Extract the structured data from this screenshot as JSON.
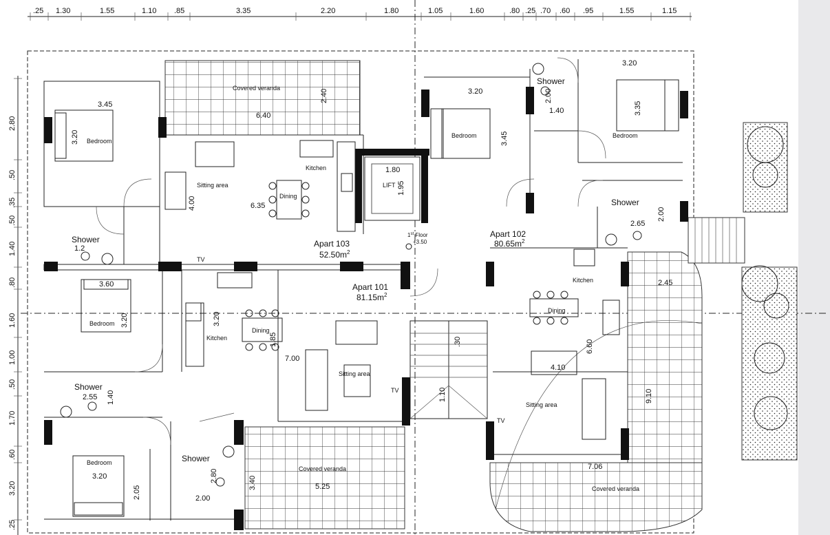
{
  "top_dimensions": [
    ".25",
    "1.30",
    "1.55",
    "1.10",
    ".85",
    "3.35",
    "2.20",
    "1.80",
    "1.05",
    "1.60",
    ".80",
    ".25",
    ".70",
    ".60",
    ".95",
    "1.55",
    "1.15"
  ],
  "left_dimensions": [
    "2.80",
    ".50",
    ".35",
    ".50",
    "1.40",
    ".80",
    "1.60",
    "1.00",
    ".50",
    "1.70",
    ".60",
    "3.20",
    ".25"
  ],
  "apartments": [
    {
      "name": "Apart 103",
      "area": "52.50m",
      "sup": "2"
    },
    {
      "name": "Apart 101",
      "area": "81.15m",
      "sup": "2"
    },
    {
      "name": "Apart 102",
      "area": "80.65m",
      "sup": "2"
    }
  ],
  "floor": {
    "label": "1",
    "sup": "st",
    "rest": " Floor",
    "level": "+3.50"
  },
  "rooms": {
    "covered_veranda": "Covered veranda",
    "bedroom": "Bedroom",
    "kitchen": "Kitchen",
    "sitting_area": "Sitting area",
    "dining": "Dining",
    "shower": "Shower",
    "lift": "LIFT",
    "tv": "TV"
  },
  "room_dimensions": {
    "veranda_top_w": "6.40",
    "veranda_top_h": "2.40",
    "bed_nw_w": "3.45",
    "bed_nw_h": "3.20",
    "sitting_103": "4.00",
    "dining_103": "6.35",
    "lift_w": "1.80",
    "lift_h": "1.95",
    "shower_103": "1.2",
    "bed_w_w": "3.60",
    "bed_w_h": "3.20",
    "kitchen_101": "3.20",
    "dining_101": "1.85",
    "sitting_101": "7.00",
    "shower_w_w": "2.55",
    "shower_w_h": "1.40",
    "stair_w": "1.10",
    "stair_step": ".30",
    "bed_sw": "3.20",
    "bed_sw_h": "2.05",
    "shower_s_w": "2.00",
    "shower_s_h": "2.80",
    "veranda_s_h": "3.40",
    "veranda_s_w": "5.25",
    "bed_n_w": "3.20",
    "bed_n_h": "3.45",
    "shower_n_h": "2.00",
    "shower_n_w": "1.40",
    "bed_ne_w": "3.20",
    "bed_ne_h": "3.35",
    "shower_e_w": "2.65",
    "shower_e_h": "2.00",
    "veranda_e_w": "2.45",
    "veranda_e_h": "9.10",
    "dining_102": "6.60",
    "sitting_102": "4.10",
    "veranda_se": "7.06"
  }
}
